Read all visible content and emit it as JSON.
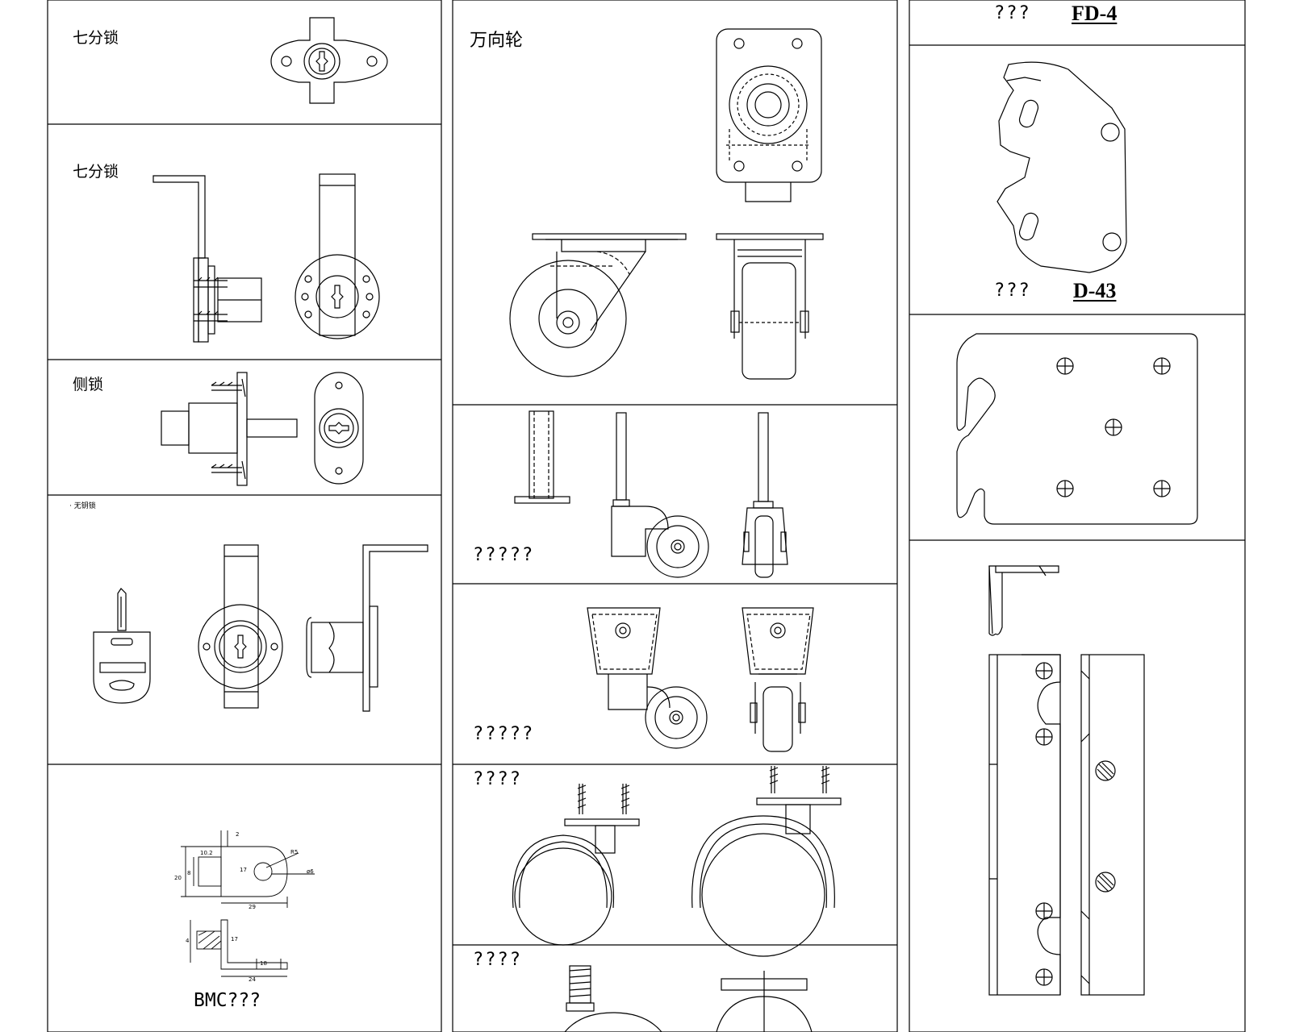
{
  "column_left": {
    "panels": [
      {
        "label": "七分锁"
      },
      {
        "label": "七分锁"
      },
      {
        "label": "侧锁"
      },
      {
        "label": "· 无钥锁"
      },
      {
        "label": "BMC???",
        "dims": [
          "2",
          "10.2",
          "20",
          "8",
          "17",
          "R5",
          "ø6",
          "29",
          "4",
          "17",
          "18",
          "24"
        ]
      }
    ]
  },
  "column_middle": {
    "panels": [
      {
        "label": "万向轮"
      },
      {
        "label": "?????"
      },
      {
        "label": "?????"
      },
      {
        "label": "????"
      },
      {
        "label": "????"
      }
    ]
  },
  "column_right": {
    "panels": [
      {
        "label": "???",
        "code": "FD-4"
      },
      {
        "label": "???",
        "code": "D-43"
      },
      {
        "label": ""
      },
      {
        "label": ""
      }
    ]
  }
}
